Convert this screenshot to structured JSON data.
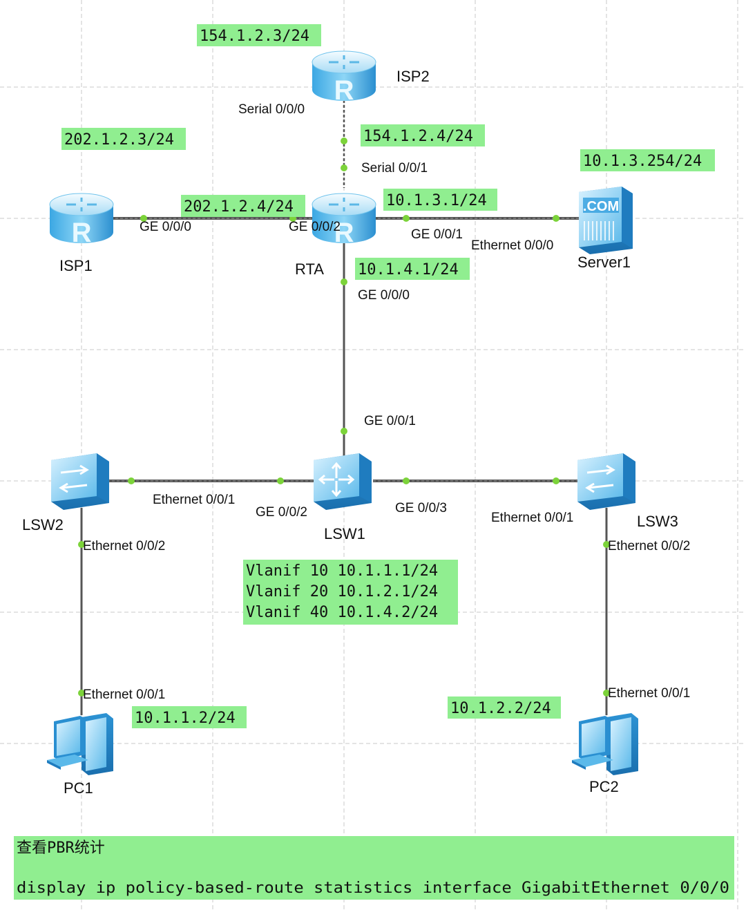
{
  "colors": {
    "highlight": "#90ee90",
    "link": "#555555",
    "port_dot": "#7cd33a",
    "device_top": "#e8f8ff",
    "device_mid": "#6ec9f0",
    "device_dark": "#2a8fd1"
  },
  "devices": {
    "isp1": {
      "label": "ISP1",
      "icon": "router-icon"
    },
    "isp2": {
      "label": "ISP2",
      "icon": "router-icon"
    },
    "rta": {
      "label": "RTA",
      "icon": "router-icon"
    },
    "server1": {
      "label": "Server1",
      "icon": "server-icon"
    },
    "lsw1": {
      "label": "LSW1",
      "icon": "l3-switch-icon"
    },
    "lsw2": {
      "label": "LSW2",
      "icon": "switch-icon"
    },
    "lsw3": {
      "label": "LSW3",
      "icon": "switch-icon"
    },
    "pc1": {
      "label": "PC1",
      "icon": "pc-icon"
    },
    "pc2": {
      "label": "PC2",
      "icon": "pc-icon"
    }
  },
  "server_badge": ".COM",
  "ports": {
    "isp2_serial": "Serial 0/0/0",
    "rta_serial": "Serial 0/0/1",
    "isp1_ge": "GE 0/0/0",
    "rta_ge002": "GE 0/0/2",
    "rta_ge001": "GE 0/0/1",
    "server_eth": "Ethernet 0/0/0",
    "rta_ge000": "GE 0/0/0",
    "lsw1_ge001": "GE 0/0/1",
    "lsw2_eth001": "Ethernet 0/0/1",
    "lsw1_ge002": "GE 0/0/2",
    "lsw1_ge003": "GE 0/0/3",
    "lsw3_eth001": "Ethernet 0/0/1",
    "lsw2_eth002": "Ethernet 0/0/2",
    "lsw3_eth002": "Ethernet 0/0/2",
    "pc1_eth": "Ethernet 0/0/1",
    "pc2_eth": "Ethernet 0/0/1"
  },
  "ips": {
    "isp2": "154.1.2.3/24",
    "isp1": "202.1.2.3/24",
    "rta_serial": "154.1.2.4/24",
    "server1": "10.1.3.254/24",
    "rta_g002": "202.1.2.4/24",
    "rta_g001": "10.1.3.1/24",
    "rta_g000": "10.1.4.1/24",
    "vlanif": [
      "Vlanif 10 10.1.1.1/24",
      "Vlanif 20 10.1.2.1/24",
      "Vlanif 40 10.1.4.2/24"
    ],
    "pc1": "10.1.1.2/24",
    "pc2": "10.1.2.2/24"
  },
  "note": {
    "title": "查看PBR统计",
    "command": "display ip policy-based-route statistics interface GigabitEthernet 0/0/0"
  }
}
